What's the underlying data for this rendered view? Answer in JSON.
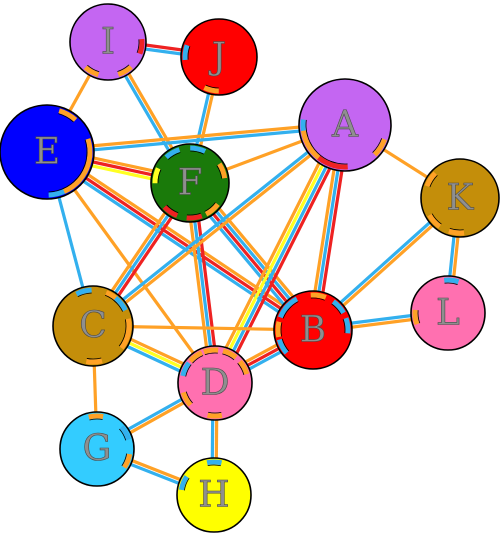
{
  "colors": {
    "purple": "#c466f2",
    "red": "#ff0000",
    "blue": "#0000ff",
    "green": "#1a7a0a",
    "gold": "#c48e0a",
    "pink": "#ff70b0",
    "cyan": "#33ccff",
    "yellow": "#ffff00",
    "orange": "#ffa126",
    "sky": "#33b0ee",
    "edge_red": "#ee2222",
    "edge_yellow": "#ffff22"
  },
  "nodes": [
    {
      "id": "I",
      "color": "purple"
    },
    {
      "id": "J",
      "color": "red"
    },
    {
      "id": "A",
      "color": "purple"
    },
    {
      "id": "E",
      "color": "blue"
    },
    {
      "id": "F",
      "color": "green"
    },
    {
      "id": "K",
      "color": "gold"
    },
    {
      "id": "L",
      "color": "pink"
    },
    {
      "id": "C",
      "color": "gold"
    },
    {
      "id": "B",
      "color": "red"
    },
    {
      "id": "D",
      "color": "pink"
    },
    {
      "id": "G",
      "color": "cyan"
    },
    {
      "id": "H",
      "color": "yellow"
    }
  ],
  "edges": [
    {
      "from": "I",
      "to": "J",
      "colors": [
        "edge_red",
        "sky"
      ]
    },
    {
      "from": "I",
      "to": "E",
      "colors": [
        "orange"
      ]
    },
    {
      "from": "I",
      "to": "F",
      "colors": [
        "orange",
        "sky"
      ]
    },
    {
      "from": "J",
      "to": "F",
      "colors": [
        "orange",
        "sky"
      ]
    },
    {
      "from": "E",
      "to": "A",
      "colors": [
        "orange",
        "sky"
      ]
    },
    {
      "from": "E",
      "to": "F",
      "colors": [
        "orange",
        "edge_red",
        "edge_yellow"
      ]
    },
    {
      "from": "E",
      "to": "C",
      "colors": [
        "sky"
      ]
    },
    {
      "from": "E",
      "to": "B",
      "colors": [
        "orange",
        "edge_red",
        "sky"
      ]
    },
    {
      "from": "E",
      "to": "D",
      "colors": [
        "orange"
      ]
    },
    {
      "from": "F",
      "to": "A",
      "colors": [
        "orange"
      ]
    },
    {
      "from": "F",
      "to": "C",
      "colors": [
        "edge_red",
        "sky",
        "orange"
      ]
    },
    {
      "from": "F",
      "to": "B",
      "colors": [
        "orange",
        "sky",
        "edge_red",
        "sky"
      ]
    },
    {
      "from": "F",
      "to": "D",
      "colors": [
        "edge_red",
        "sky",
        "orange"
      ]
    },
    {
      "from": "A",
      "to": "K",
      "colors": [
        "orange"
      ]
    },
    {
      "from": "A",
      "to": "B",
      "colors": [
        "edge_red",
        "sky",
        "orange"
      ]
    },
    {
      "from": "A",
      "to": "D",
      "colors": [
        "edge_red",
        "sky",
        "edge_yellow",
        "orange"
      ]
    },
    {
      "from": "A",
      "to": "C",
      "colors": [
        "orange",
        "sky"
      ]
    },
    {
      "from": "K",
      "to": "B",
      "colors": [
        "orange",
        "sky"
      ]
    },
    {
      "from": "K",
      "to": "L",
      "colors": [
        "orange",
        "sky"
      ]
    },
    {
      "from": "L",
      "to": "B",
      "colors": [
        "orange",
        "sky"
      ]
    },
    {
      "from": "C",
      "to": "B",
      "colors": [
        "orange"
      ]
    },
    {
      "from": "C",
      "to": "D",
      "colors": [
        "orange",
        "edge_yellow",
        "sky"
      ]
    },
    {
      "from": "C",
      "to": "G",
      "colors": [
        "orange"
      ]
    },
    {
      "from": "B",
      "to": "D",
      "colors": [
        "sky",
        "edge_red",
        "orange"
      ]
    },
    {
      "from": "D",
      "to": "G",
      "colors": [
        "orange",
        "sky"
      ]
    },
    {
      "from": "D",
      "to": "H",
      "colors": [
        "orange",
        "sky"
      ]
    },
    {
      "from": "G",
      "to": "H",
      "colors": [
        "orange",
        "sky"
      ]
    }
  ]
}
